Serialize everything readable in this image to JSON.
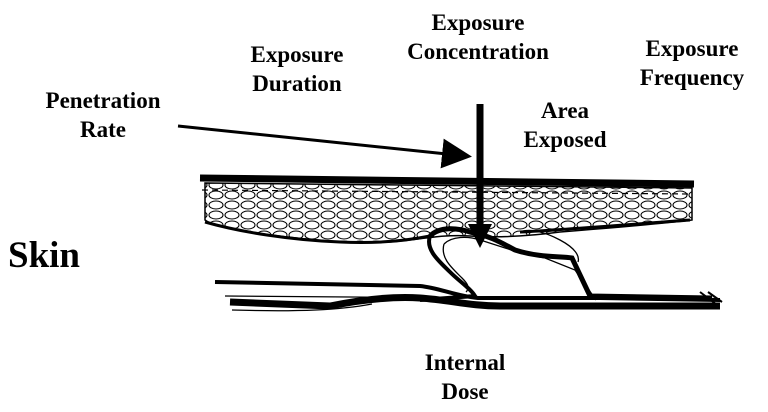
{
  "labels": {
    "exposure_concentration": [
      "Exposure",
      "Concentration"
    ],
    "exposure_duration": [
      "Exposure",
      "Duration"
    ],
    "exposure_frequency": [
      "Exposure",
      "Frequency"
    ],
    "penetration_rate": [
      "Penetration",
      "Rate"
    ],
    "area_exposed": [
      "Area",
      "Exposed"
    ],
    "skin": "Skin",
    "internal_dose": [
      "Internal",
      "Dose"
    ]
  },
  "colors": {
    "ink": "#000000",
    "background": "#ffffff"
  }
}
